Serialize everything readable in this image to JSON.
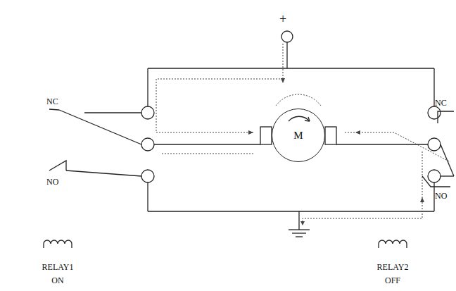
{
  "diagram": {
    "nodes": [
      {
        "text": [
          "M"
        ]
      }
    ],
    "labels": [
      "+",
      "NC",
      "NC",
      "NO",
      "NO",
      "RELAY1",
      "ON",
      "RELAY2",
      "OFF"
    ]
  }
}
